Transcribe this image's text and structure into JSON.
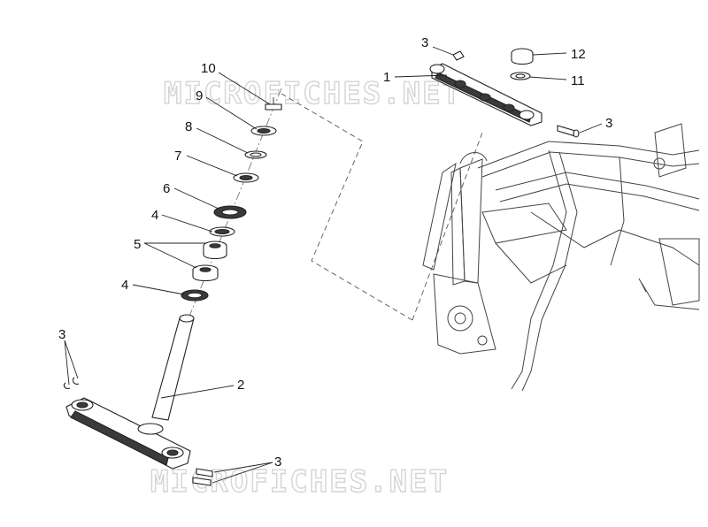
{
  "watermark": {
    "text": "MICROFICHES.NET"
  },
  "callouts": {
    "c1": "1",
    "c2": "2",
    "c3_top": "3",
    "c3_right": "3",
    "c3_left": "3",
    "c3_bottom": "3",
    "c4_upper": "4",
    "c4_lower": "4",
    "c5": "5",
    "c6": "6",
    "c7": "7",
    "c8": "8",
    "c9": "9",
    "c10": "10",
    "c11": "11",
    "c12": "12"
  }
}
